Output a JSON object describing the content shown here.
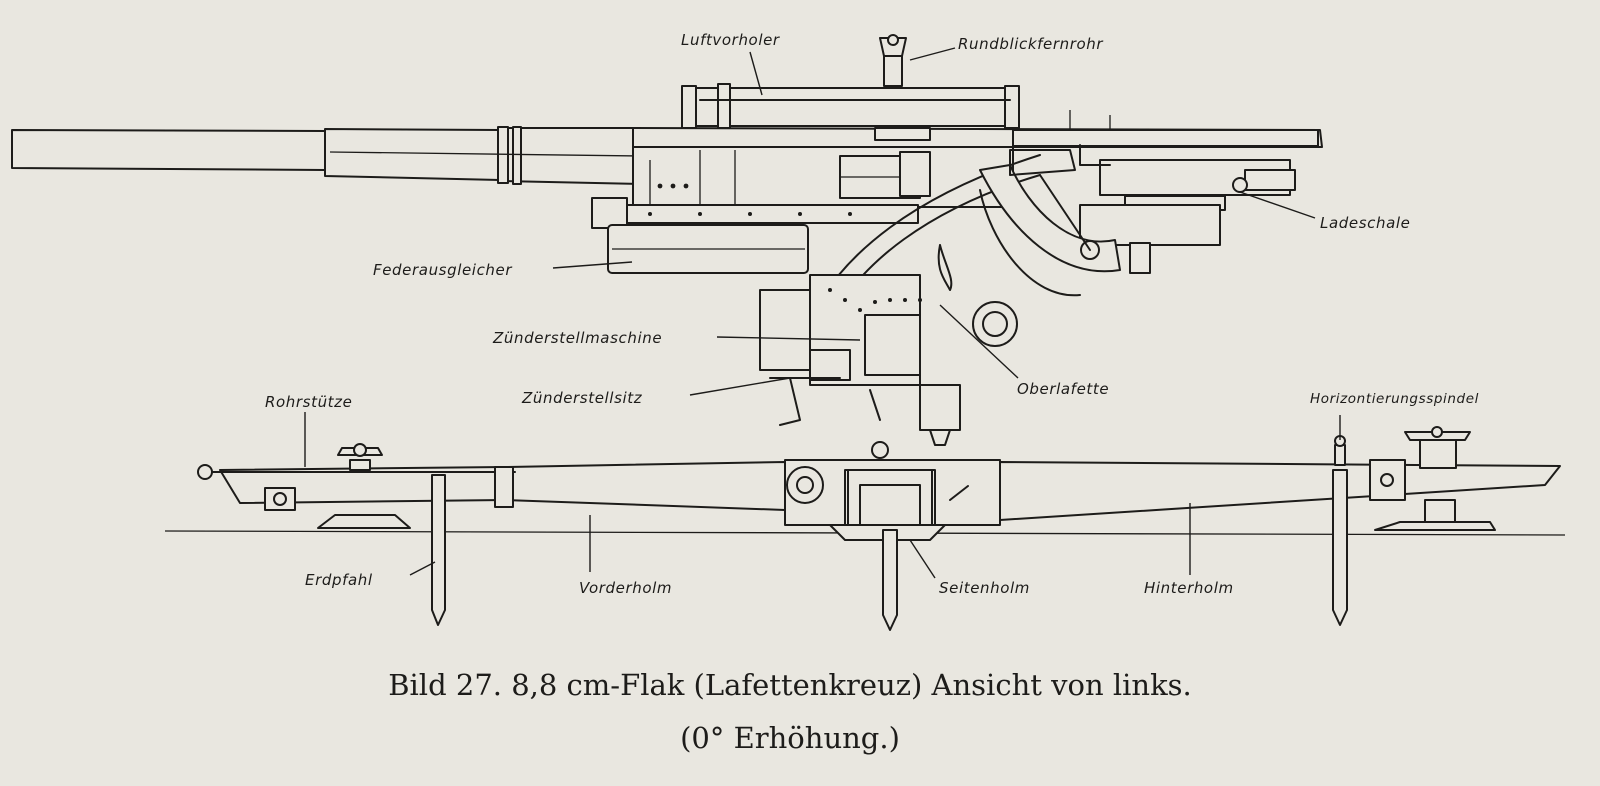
{
  "labels": {
    "luftvorholer": "Luftvorholer",
    "rundblickfernrohr": "Rundblickfernrohr",
    "ladeschale": "Ladeschale",
    "federausgleicher": "Federausgleicher",
    "zuenderstellmaschine": "Zünderstellmaschine",
    "zuenderstellsitz": "Zünderstellsitz",
    "oberlafette": "Oberlafette",
    "horizontierungsspindel": "Horizontierungsspindel",
    "rohrstuetze": "Rohrstütze",
    "erdpfahl": "Erdpfahl",
    "vorderholm": "Vorderholm",
    "seitenholm": "Seitenholm",
    "hinterholm": "Hinterholm"
  },
  "caption": {
    "line1": "Bild 27. 8,8 cm-Flak (Lafettenkreuz) Ansicht von links.",
    "line2": "(0° Erhöhung.)"
  }
}
